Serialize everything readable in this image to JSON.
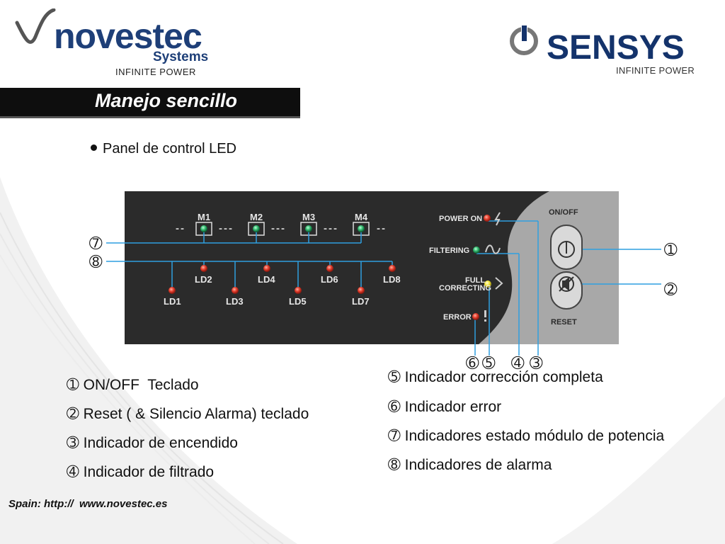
{
  "logos": {
    "novestec": {
      "name": "novestec",
      "sub": "Systems",
      "tagline": "INFINITE POWER"
    },
    "sensys": {
      "name": "SENSYS",
      "tagline": "INFINITE POWER"
    }
  },
  "title": "Manejo sencillo",
  "subtitle": "Panel de control LED",
  "panel": {
    "modules": [
      "M1",
      "M2",
      "M3",
      "M4"
    ],
    "dashes": [
      "--",
      "---",
      "---",
      "---",
      "--"
    ],
    "alarm_leds": [
      "LD1",
      "LD2",
      "LD3",
      "LD4",
      "LD5",
      "LD6",
      "LD7",
      "LD8"
    ],
    "indicators": {
      "power_on": "POWER ON",
      "filtering": "FILTERING",
      "full": "FULL",
      "correcting": "CORRECTING",
      "error": "ERROR"
    },
    "keys": {
      "on_off": "ON/OFF",
      "reset": "RESET"
    }
  },
  "callouts": {
    "c1": "➀",
    "c2": "➁",
    "c3": "➂",
    "c4": "➃",
    "c5": "➄",
    "c6": "➅",
    "c7": "➆",
    "c8": "➇"
  },
  "left_list": [
    {
      "num": "➀",
      "text": "ON/OFF  Teclado"
    },
    {
      "num": "➁",
      "text": "Reset ( & Silencio Alarma) teclado"
    },
    {
      "num": "➂",
      "text": "Indicador de encendido"
    },
    {
      "num": "➃",
      "text": "Indicador de filtrado"
    }
  ],
  "right_list": [
    {
      "num": "➄",
      "text": "Indicador corrección completa"
    },
    {
      "num": "➅",
      "text": "Indicador error"
    },
    {
      "num": "➆",
      "text": "Indicadores estado módulo de potencia"
    },
    {
      "num": "➇",
      "text": "Indicadores de alarma"
    }
  ],
  "footer": "Spain: http://  www.novestec.es",
  "colors": {
    "brand_blue": "#1e3f78",
    "panel_bg": "#2b2b2b",
    "led_red": "#e23b2a",
    "led_green": "#2fb56a",
    "led_yellow": "#f2e53a",
    "wire_blue": "#2f9fe0"
  }
}
